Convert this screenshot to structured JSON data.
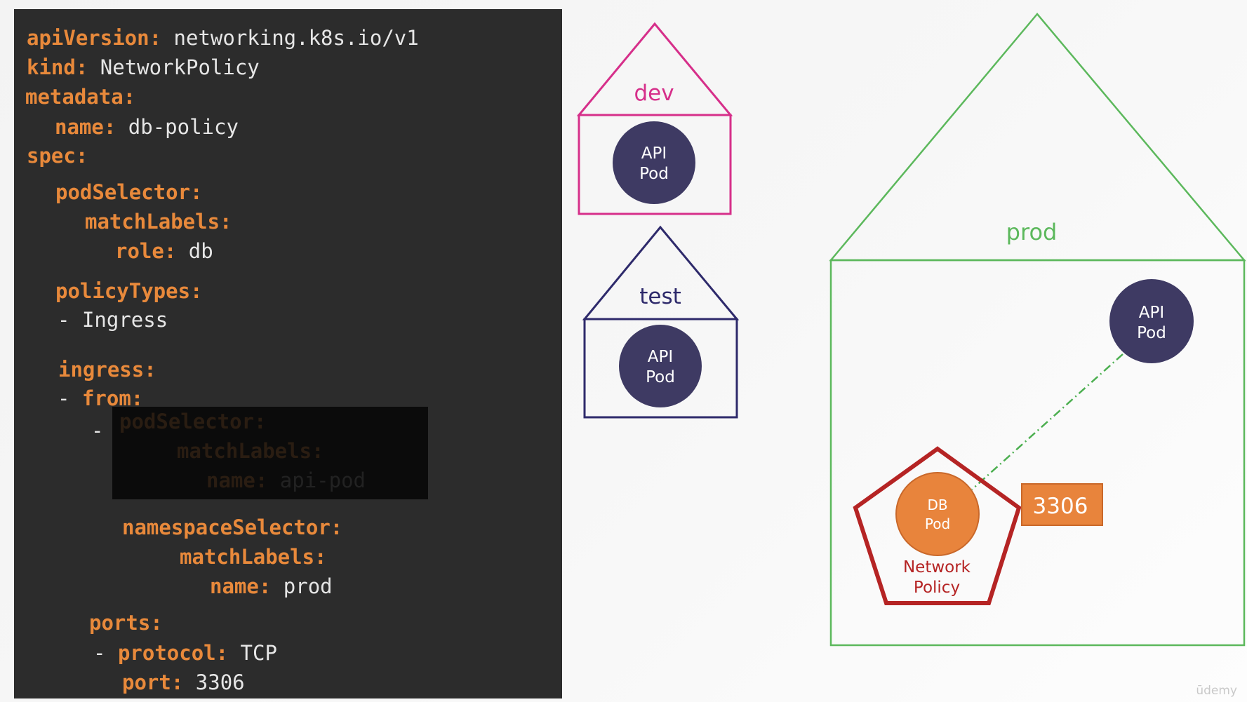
{
  "code": {
    "apiVersion_key": "apiVersion:",
    "apiVersion_val": "networking.k8s.io/v1",
    "kind_key": "kind:",
    "kind_val": "NetworkPolicy",
    "metadata_key": "metadata:",
    "name_key": "name:",
    "name_val": "db-policy",
    "spec_key": "spec:",
    "podSelector_key": "podSelector:",
    "matchLabels_key": "matchLabels:",
    "role_key": "role:",
    "role_val": "db",
    "policyTypes_key": "policyTypes:",
    "policyTypes_dash": "-",
    "policyTypes_val": "Ingress",
    "ingress_key": "ingress:",
    "from_dash": "-",
    "from_key": "from:",
    "item_dash": "-",
    "masked_podSelector_key": "podSelector:",
    "masked_matchLabels_key": "matchLabels:",
    "masked_name_key": "name:",
    "masked_name_val": "api-pod",
    "namespaceSelector_key": "namespaceSelector:",
    "ns_matchLabels_key": "matchLabels:",
    "ns_name_key": "name:",
    "ns_name_val": "prod",
    "ports_key": "ports:",
    "protocol_dash": "-",
    "protocol_key": "protocol:",
    "protocol_val": "TCP",
    "port_key": "port:",
    "port_val": "3306"
  },
  "diagram": {
    "dev": {
      "label": "dev",
      "pod_line1": "API",
      "pod_line2": "Pod",
      "color": "#d62f8a"
    },
    "test": {
      "label": "test",
      "pod_line1": "API",
      "pod_line2": "Pod",
      "color": "#2e2a6b"
    },
    "prod": {
      "label": "prod",
      "color": "#5cb85c",
      "api_pod_line1": "API",
      "api_pod_line2": "Pod",
      "db_pod_line1": "DB",
      "db_pod_line2": "Pod",
      "policy_line1": "Network",
      "policy_line2": "Policy",
      "port_badge": "3306"
    },
    "colors": {
      "pod": "#3e3a63",
      "db_pod": "#e8843c",
      "policy": "#b52424",
      "port_badge": "#e8843c",
      "connector": "#4caf50"
    }
  },
  "watermark": "ūdemy"
}
